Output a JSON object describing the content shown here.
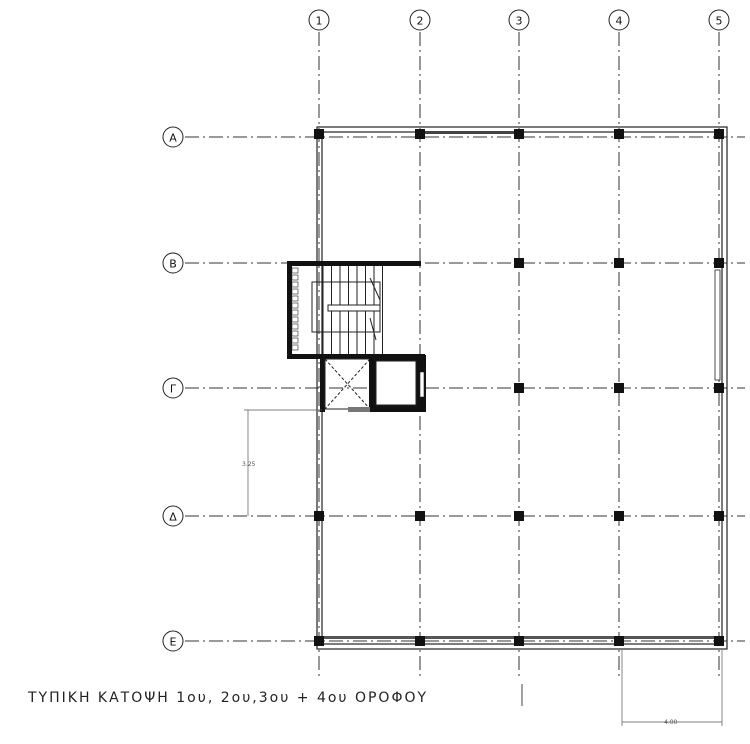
{
  "plan": {
    "title": "ΤΥΠΙΚΗ ΚΑΤΟΨΗ 1ου, 2ου,3ου + 4ου ΟΡΟΦΟΥ",
    "column_axes": [
      "1",
      "2",
      "3",
      "4",
      "5"
    ],
    "row_axes": [
      "Α",
      "Β",
      "Γ",
      "Δ",
      "Ε"
    ],
    "dimensions": {
      "left": "3.25",
      "bottom": "4.00"
    },
    "colors": {
      "lines": "#222222",
      "background": "#ffffff"
    }
  }
}
